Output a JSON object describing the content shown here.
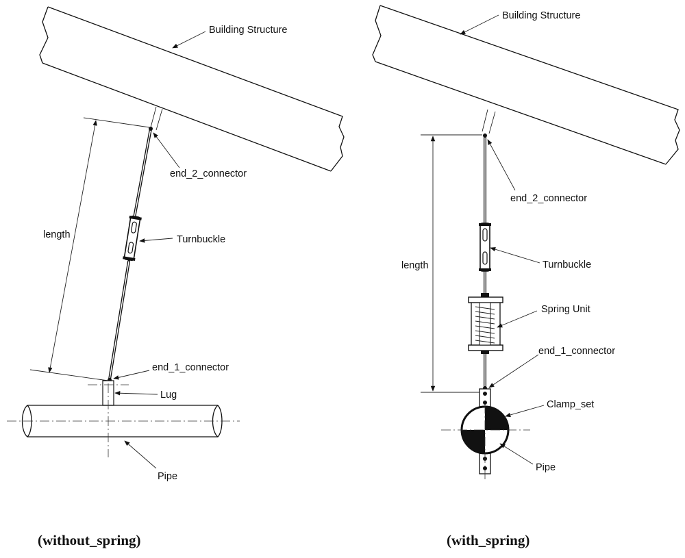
{
  "left_view": {
    "caption": "(without_spring)",
    "labels": {
      "building": "Building Structure",
      "end2": "end_2_connector",
      "turnbuckle": "Turnbuckle",
      "length": "length",
      "end1": "end_1_connector",
      "lug": "Lug",
      "pipe": "Pipe"
    }
  },
  "right_view": {
    "caption": "(with_spring)",
    "labels": {
      "building": "Building Structure",
      "end2": "end_2_connector",
      "turnbuckle": "Turnbuckle",
      "length": "length",
      "spring": "Spring Unit",
      "end1": "end_1_connector",
      "clamp": "Clamp_set",
      "pipe": "Pipe"
    }
  }
}
